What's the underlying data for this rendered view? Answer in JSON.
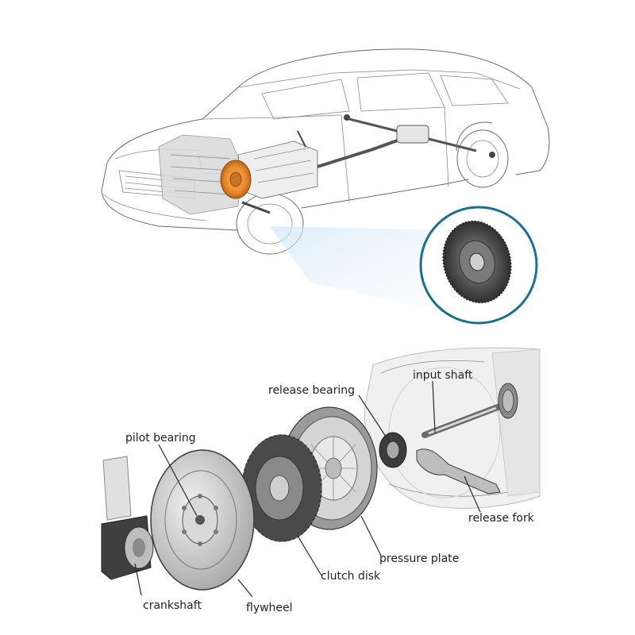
{
  "colors": {
    "accent_ring": "#1a6f8f",
    "clutch_highlight": "#e8892b",
    "glow": "#a9d2ee"
  },
  "labels": {
    "input_shaft": "input shaft",
    "release_bearing": "release bearing",
    "pilot_bearing": "pilot bearing",
    "release_fork": "release fork",
    "pressure_plate": "pressure plate",
    "clutch_disk": "clutch disk",
    "crankshaft": "crankshaft",
    "flywheel": "flywheel"
  }
}
